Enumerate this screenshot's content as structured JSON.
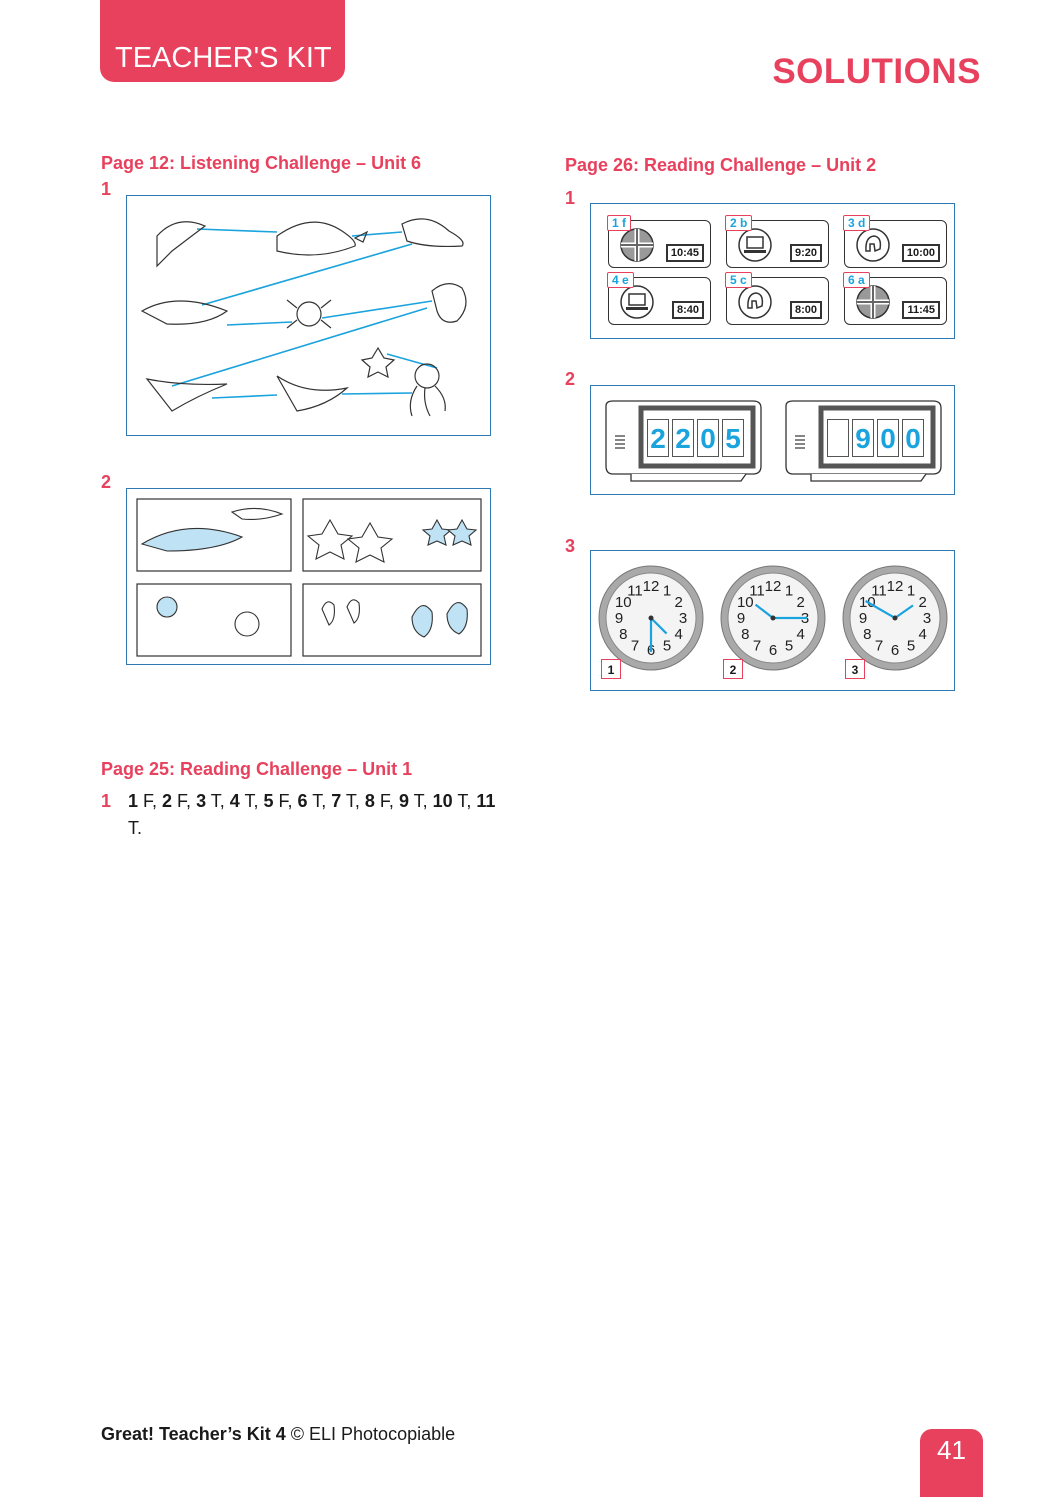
{
  "header": {
    "tab_label": "TEACHER'S KIT",
    "title": "SOLUTIONS"
  },
  "sections": {
    "listening": {
      "title": "Page 12: Listening Challenge – Unit 6",
      "item1_num": "1",
      "item2_num": "2"
    },
    "reading1": {
      "title": "Page 25: Reading Challenge – Unit 1",
      "item_num": "1",
      "answers": [
        {
          "n": "1",
          "a": "F"
        },
        {
          "n": "2",
          "a": "F"
        },
        {
          "n": "3",
          "a": "T"
        },
        {
          "n": "4",
          "a": "T"
        },
        {
          "n": "5",
          "a": "F"
        },
        {
          "n": "6",
          "a": "T"
        },
        {
          "n": "7",
          "a": "T"
        },
        {
          "n": "8",
          "a": "F"
        },
        {
          "n": "9",
          "a": "T"
        },
        {
          "n": "10",
          "a": "T"
        },
        {
          "n": "11",
          "a": "T"
        }
      ]
    },
    "reading2": {
      "title": "Page 26: Reading Challenge – Unit 2",
      "item1_num": "1",
      "item2_num": "2",
      "item3_num": "3",
      "tiles": [
        {
          "label": "1 f",
          "time": "10:45",
          "icon": "flag-icon"
        },
        {
          "label": "2 b",
          "time": "9:20",
          "icon": "computer-icon"
        },
        {
          "label": "3 d",
          "time": "10:00",
          "icon": "helmet-icon"
        },
        {
          "label": "4 e",
          "time": "8:40",
          "icon": "computer-icon"
        },
        {
          "label": "5 c",
          "time": "8:00",
          "icon": "helmet-icon"
        },
        {
          "label": "6 a",
          "time": "11:45",
          "icon": "flag-icon"
        }
      ],
      "digital_clocks": [
        {
          "digits": [
            "2",
            "2",
            "0",
            "5"
          ]
        },
        {
          "digits": [
            "",
            "9",
            "0",
            "0"
          ]
        }
      ],
      "analog_clocks": [
        {
          "label": "1",
          "hour": 4,
          "minute": 30
        },
        {
          "label": "2",
          "hour": 10,
          "minute": 15
        },
        {
          "label": "3",
          "hour": 1,
          "minute": 50
        }
      ]
    }
  },
  "footer": {
    "book": "Great! Teacher’s Kit 4",
    "rest": " © ELI Photocopiable",
    "page": "41"
  },
  "colors": {
    "accent": "#e8415e",
    "frame": "#2f79b4",
    "answer_blue": "#1aa3dd"
  }
}
